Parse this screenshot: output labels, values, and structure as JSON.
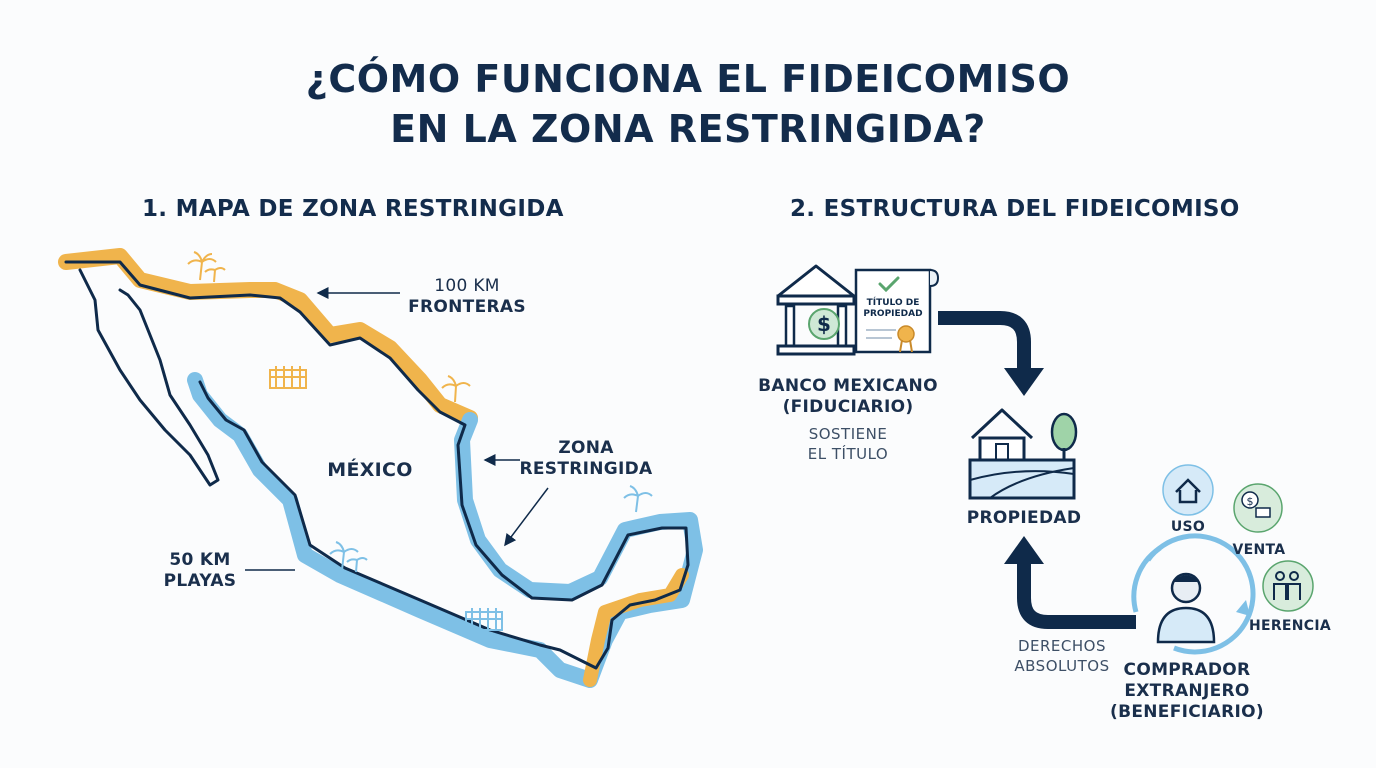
{
  "title": {
    "line1": "¿CÓMO FUNCIONA EL FIDEICOMISO",
    "line2": "EN LA ZONA RESTRINGIDA?"
  },
  "map_section": {
    "heading": "1. MAPA DE ZONA RESTRINGIDA",
    "country_label": "MÉXICO",
    "border_label_1": "100 KM",
    "border_label_2": "FRONTERAS",
    "zone_label_1": "ZONA",
    "zone_label_2": "RESTRINGIDA",
    "beach_label_1": "50 KM",
    "beach_label_2": "PLAYAS",
    "colors": {
      "border_zone": "#f0b44c",
      "beach_zone": "#7ec0e6",
      "outline": "#0f2a4a"
    }
  },
  "trust_section": {
    "heading": "2. ESTRUCTURA DEL FIDEICOMISO",
    "deed_label_1": "TÍTULO DE",
    "deed_label_2": "PROPIEDAD",
    "bank_label_1": "BANCO MEXICANO",
    "bank_label_2": "(FIDUCIARIO)",
    "bank_note_1": "SOSTIENE",
    "bank_note_2": "EL TÍTULO",
    "property_label": "PROPIEDAD",
    "rights_label_1": "DERECHOS",
    "rights_label_2": "ABSOLUTOS",
    "buyer_label_1": "COMPRADOR",
    "buyer_label_2": "EXTRANJERO",
    "buyer_label_3": "(BENEFICIARIO)",
    "uses": [
      "USO",
      "VENTA",
      "HERENCIA"
    ],
    "colors": {
      "dark": "#0f2a4a",
      "green": "#5aa56e",
      "blue": "#4a8ec7",
      "light_blue": "#d6eaf8",
      "light_green": "#d8ecdc"
    }
  }
}
